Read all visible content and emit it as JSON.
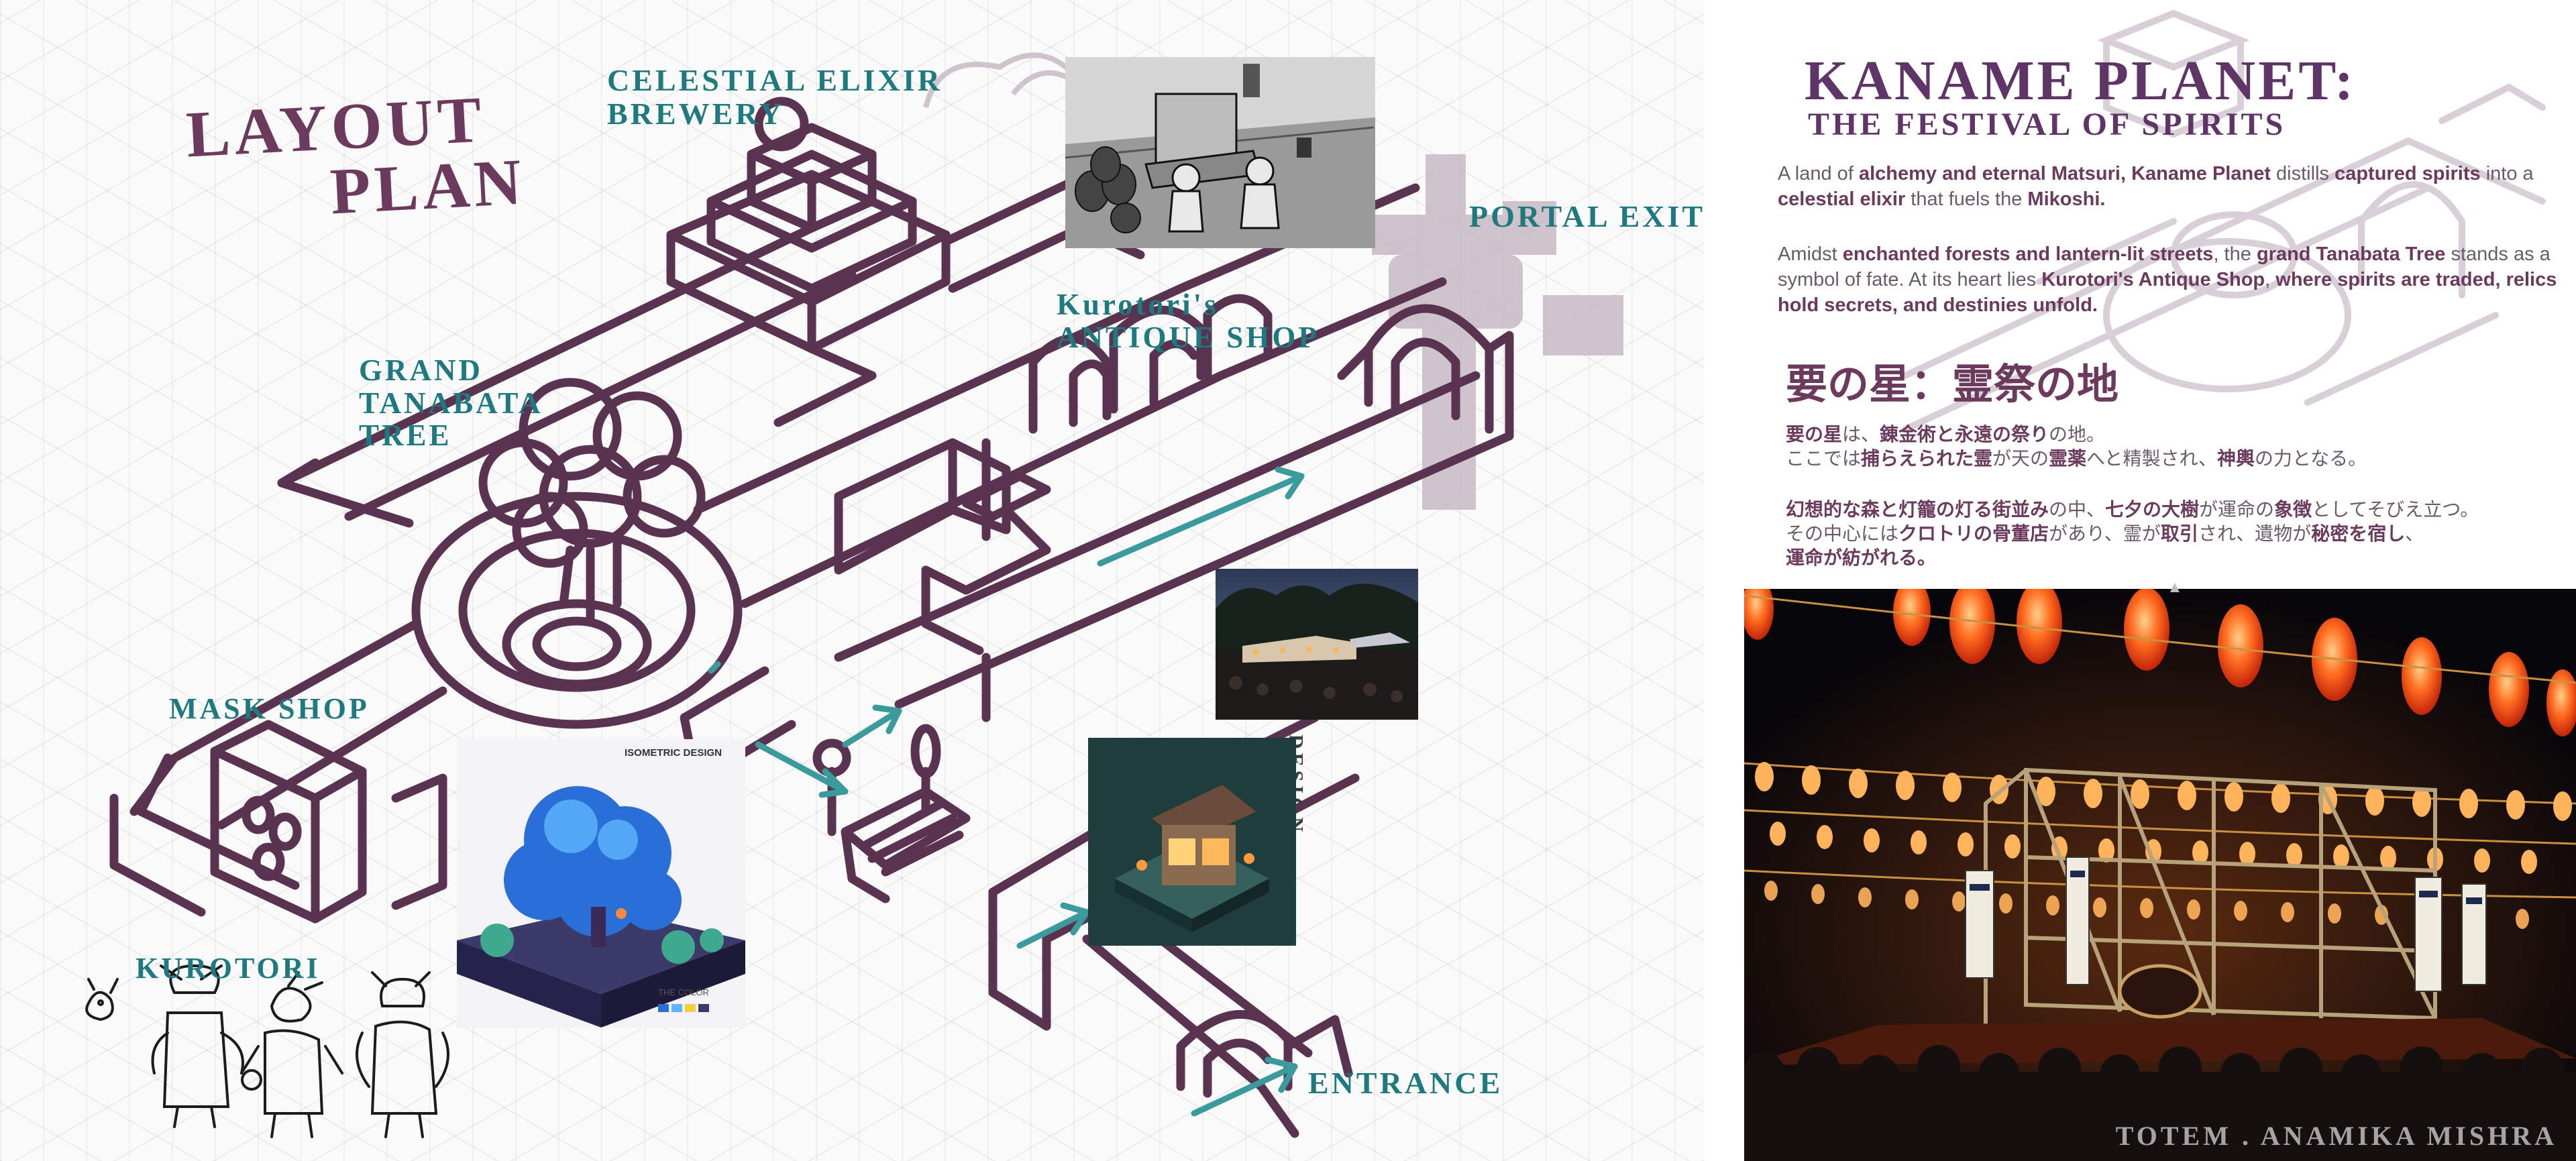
{
  "layout": {
    "title_line1": "Layout",
    "title_line2": "Plan",
    "labels": {
      "brewery": "Celestial Elixir Brewery",
      "portal_exit": "Portal Exit",
      "antique_shop_line1": "Kurotori's",
      "antique_shop_line2": "Antique Shop",
      "tanabata_tree": "Grand Tanabata Tree",
      "mask_shop": "Mask Shop",
      "kurotori": "Kurotori",
      "entrance": "Entrance",
      "design_vertical": "DESIGN",
      "tree_ref_header": "ISOMETRIC DESIGN",
      "tree_ref_palette": "THE COLOR"
    }
  },
  "info": {
    "title": "Kaname Planet:",
    "subtitle": "The Festival of Spirits",
    "en_para1": {
      "t1": "A land of ",
      "b1": "alchemy and eternal Matsuri, Kaname Planet",
      "t2": " distills ",
      "b2": "captured spirits",
      "t3": " into a ",
      "b3": "celestial elixir",
      "t4": " that fuels the ",
      "b4": "Mikoshi."
    },
    "en_para2": {
      "t1": "Amidst ",
      "b1": "enchanted forests and lantern-lit streets",
      "t2": ", the ",
      "b2": "grand Tanabata Tree",
      "t3": " stands as a symbol of fate. At its heart lies ",
      "b3": "Kurotori's Antique Shop",
      "t4": ", ",
      "b4": "where spirits are traded, relics hold secrets, and destinies unfold."
    },
    "jp_title": "要の星：霊祭の地",
    "jp_para1": {
      "b1": "要の星",
      "t1": "は、",
      "b2": "錬金術と永遠の祭り",
      "t2": "の地。",
      "t3": "ここでは",
      "b3": "捕らえられた霊",
      "t4": "が天の",
      "b4": "霊薬",
      "t5": "へと精製され、",
      "b5": "神輿",
      "t6": "の力となる。"
    },
    "jp_para2": {
      "b1": "幻想的な森と灯籠の灯る街並み",
      "t1": "の中、",
      "b2": "七夕の大樹",
      "t2": "が運命の",
      "b3": "象徴",
      "t3": "としてそびえ立つ。",
      "t4": "その中心には",
      "b4": "クロトリの骨董店",
      "t5": "があり、霊が",
      "b5": "取引",
      "t6": "され、遺物が",
      "b6": "秘密を宿し",
      "t7": "、",
      "b7": "運命が紡がれる。"
    },
    "credit": "Totem . Anamika Mishra"
  },
  "colors": {
    "sketch_line": "#5a3350",
    "label_teal": "#1f7a7f",
    "title_purple": "#6b3a5c",
    "watermark": "#b8a6b6",
    "lantern": "#ff5a1e"
  },
  "icons": [
    "cursor-arrow-icon"
  ]
}
